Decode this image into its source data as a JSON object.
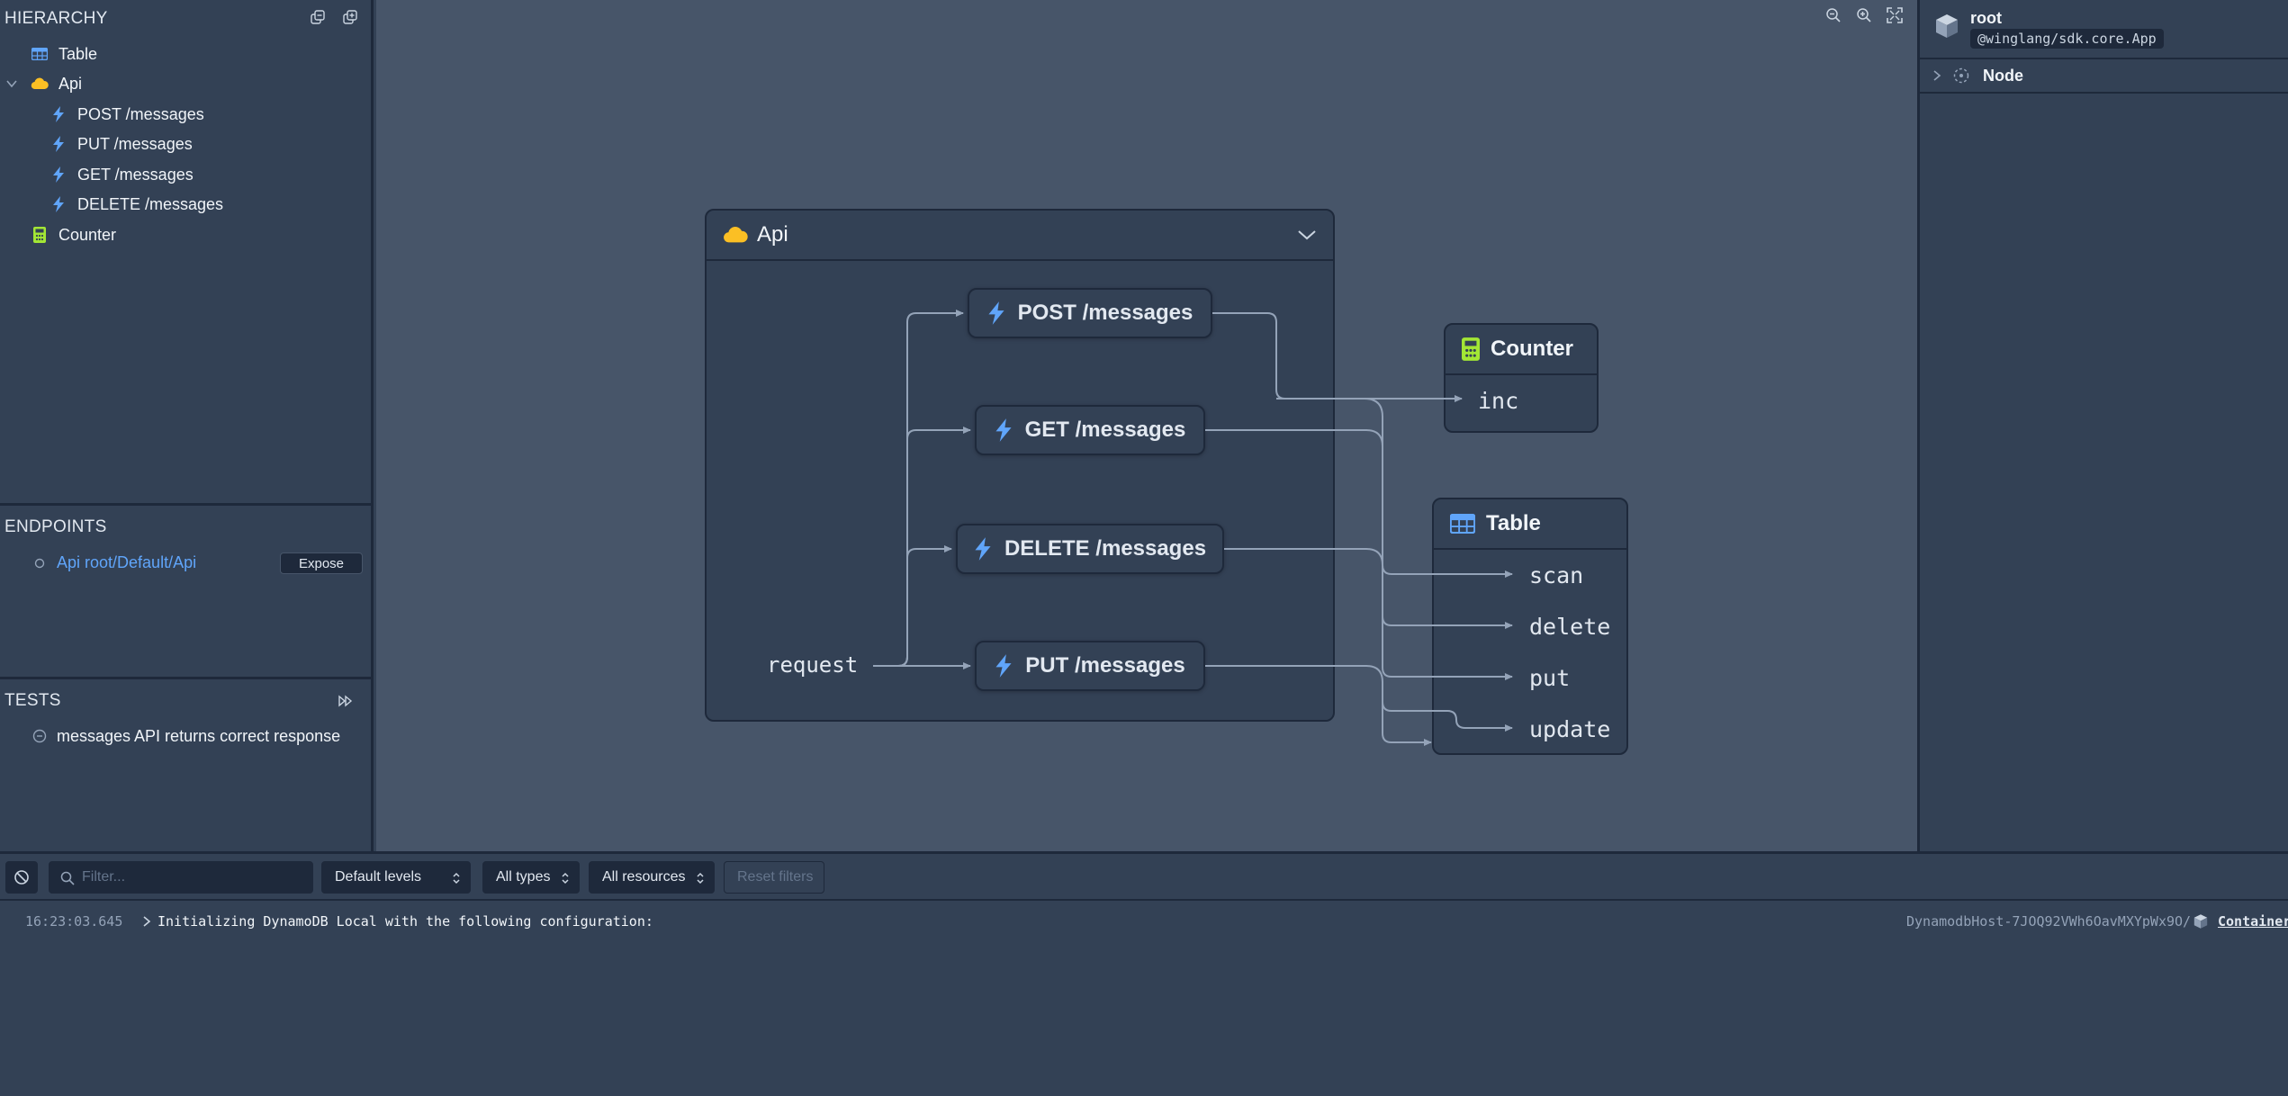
{
  "hierarchy": {
    "title": "HIERARCHY",
    "items": [
      {
        "label": "Table"
      },
      {
        "label": "Api"
      },
      {
        "label": "POST /messages"
      },
      {
        "label": "PUT /messages"
      },
      {
        "label": "GET /messages"
      },
      {
        "label": "DELETE /messages"
      },
      {
        "label": "Counter"
      }
    ]
  },
  "endpoints": {
    "title": "ENDPOINTS",
    "items": [
      {
        "label": "Api root/Default/Api",
        "action": "Expose"
      }
    ]
  },
  "tests": {
    "title": "TESTS",
    "items": [
      {
        "label": "messages API returns correct response"
      }
    ]
  },
  "map": {
    "api": {
      "title": "Api",
      "request_label": "request",
      "endpoints": [
        "POST /messages",
        "GET /messages",
        "DELETE /messages",
        "PUT /messages"
      ]
    },
    "counter": {
      "title": "Counter",
      "ports": [
        "inc"
      ]
    },
    "table": {
      "title": "Table",
      "ports": [
        "scan",
        "delete",
        "put",
        "update"
      ]
    }
  },
  "inspector": {
    "title": "root",
    "badge": "@winglang/sdk.core.App",
    "section": "Node"
  },
  "console": {
    "filter_placeholder": "Filter...",
    "levels": "Default levels",
    "types": "All types",
    "resources": "All resources",
    "reset": "Reset filters",
    "logs": [
      {
        "time": "16:23:03.645",
        "message": "Initializing DynamoDB Local with the following configuration:",
        "source": "DynamodbHost-7JOQ92VWh6OavMXYpWx9O/",
        "link": "Container"
      }
    ]
  },
  "colors": {
    "bolt": "#60a5fa",
    "cloud": "#fbbf24",
    "counter": "#a3e635",
    "table": "#60a5fa",
    "link": "#60a5fa"
  }
}
